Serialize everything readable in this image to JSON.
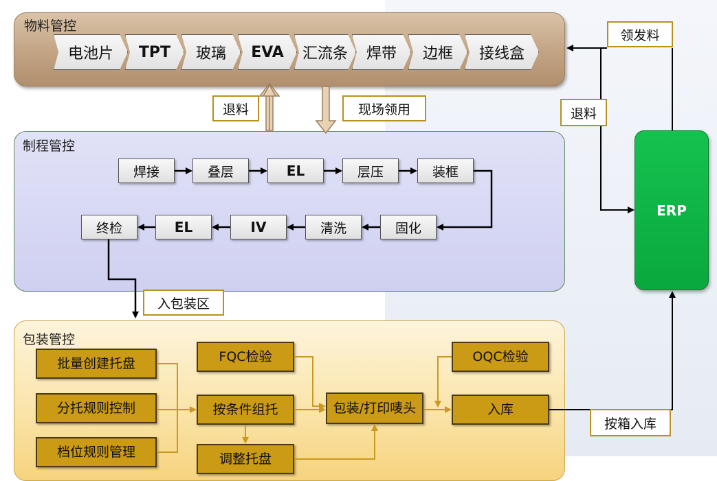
{
  "sections": {
    "material": {
      "title": "物料管控"
    },
    "process": {
      "title": "制程管控"
    },
    "packaging": {
      "title": "包装管控"
    }
  },
  "materials": [
    "电池片",
    "TPT",
    "玻璃",
    "EVA",
    "汇流条",
    "焊带",
    "边框",
    "接线盒"
  ],
  "process_steps": {
    "row1": [
      "焊接",
      "叠层",
      "EL",
      "层压",
      "装框"
    ],
    "row2": [
      "固化",
      "清洗",
      "IV",
      "EL",
      "终检"
    ]
  },
  "packaging_steps": {
    "pallet_create": "批量创建托盘",
    "pallet_rule": "分托规则控制",
    "grade_rule": "档位规则管理",
    "fqc": "FQC检验",
    "group": "按条件组托",
    "adjust": "调整托盘",
    "pack_print": "包装/打印唛头",
    "oqc": "OQC检验",
    "warehouse": "入库"
  },
  "labels": {
    "return_material": "退料",
    "site_pick": "现场领用",
    "issue_material": "领发料",
    "erp_return": "退料",
    "to_packing": "入包装区",
    "box_warehouse": "按箱入库"
  },
  "erp": {
    "label": "ERP"
  },
  "colors": {
    "gold": "#cc9b16",
    "erp_green": "#0fb547",
    "material_brown": "#c2a383",
    "process_lavender": "#d6d7f3",
    "packaging_cream": "#fae3a6"
  }
}
